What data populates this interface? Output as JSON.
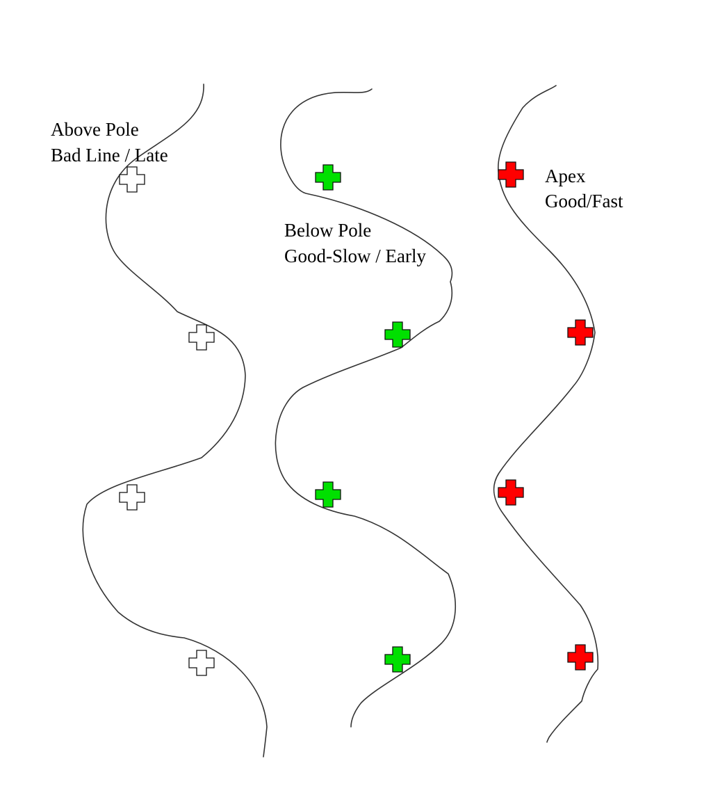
{
  "columns": [
    {
      "id": "above-pole",
      "label_lines": [
        "Above Pole",
        "Bad Line / Late"
      ],
      "marker_color": "#ffffff",
      "marker_count": 4
    },
    {
      "id": "below-pole",
      "label_lines": [
        "Below Pole",
        "Good-Slow / Early"
      ],
      "marker_color": "#00e000",
      "marker_count": 4
    },
    {
      "id": "apex",
      "label_lines": [
        "Apex",
        "Good/Fast"
      ],
      "marker_color": "#ff0000",
      "marker_count": 4
    }
  ],
  "line_color": "#333333"
}
